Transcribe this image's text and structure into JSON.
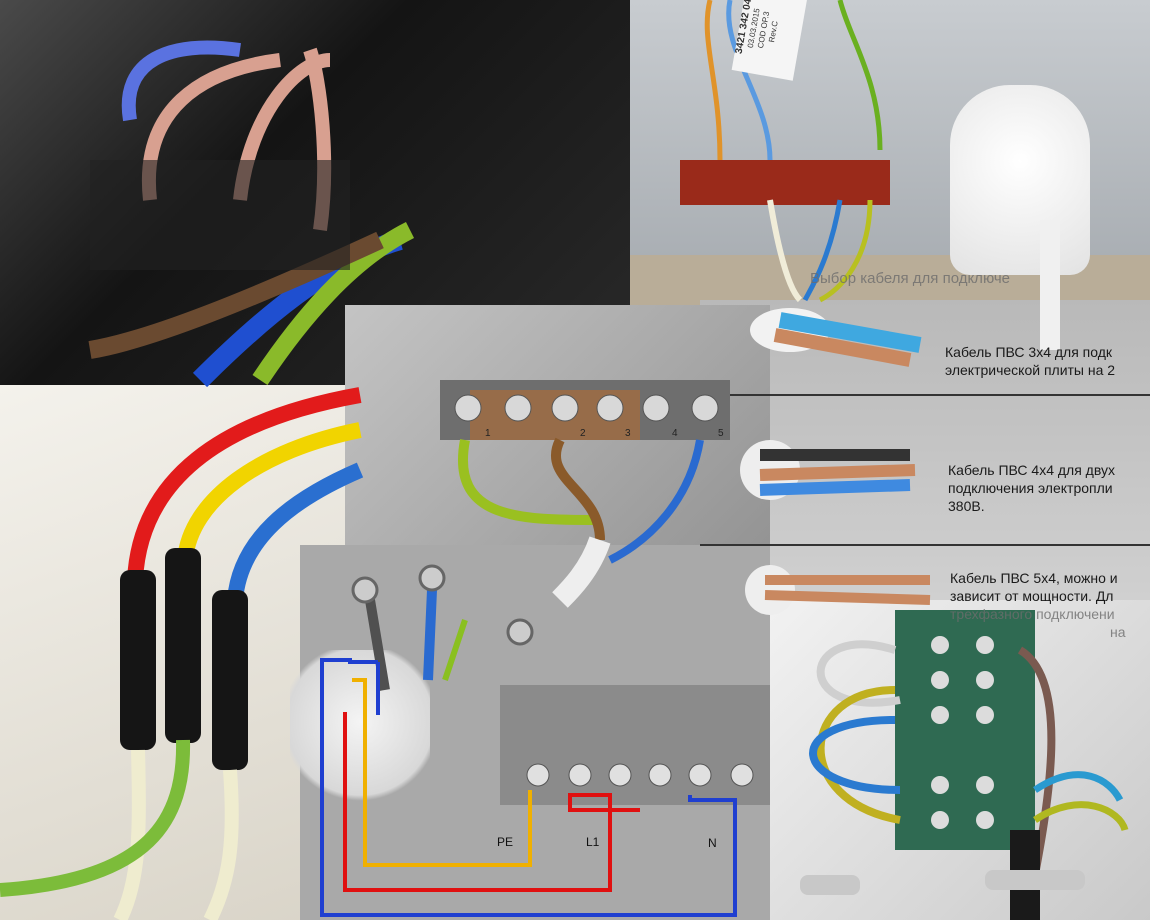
{
  "captions": {
    "cable_choice_heading": "Выбор кабеля для подключе",
    "cable_3x4_line1": "Кабель ПВС 3х4 для подк",
    "cable_3x4_line2": "электрической плиты на 2",
    "cable_4x4_line1": "Кабель ПВС 4х4 для двух",
    "cable_4x4_line2": "подключения электропли",
    "cable_4x4_line3": "380В.",
    "cable_5x4_line1": "Кабель ПВС 5х4, можно и",
    "cable_5x4_line2": "зависит от мощности. Дл",
    "cable_5x4_line3": "трехфазного подключени",
    "cable_5x4_line4": "на"
  },
  "sticker": {
    "line1": "3421 342 04",
    "line2": "03.03.2015",
    "line3": "COD OP.3",
    "line4": "Rev.C"
  },
  "terminal_labels": {
    "pe": "PE",
    "l1": "L1",
    "n": "N"
  },
  "terminal_numbers": [
    "1",
    "2",
    "3",
    "4",
    "5"
  ],
  "colors": {
    "phase_red": "#e01010",
    "neutral_blue": "#1f3fd0",
    "earth_yellow": "#f0c000"
  }
}
